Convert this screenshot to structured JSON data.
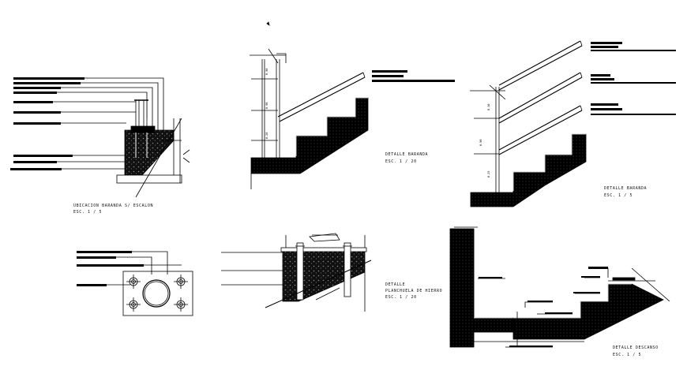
{
  "colors": {
    "ink": "#000000",
    "paper": "#ffffff",
    "hatch": "#222222"
  },
  "details": {
    "ubicacion": {
      "title": "UBICACION BARANDA S/ ESCALON",
      "scale": "ESC.  1 / 5"
    },
    "baranda_1": {
      "title": "DETALLE BARANDA",
      "scale": "ESC.  1 / 20"
    },
    "baranda_2": {
      "title": "DETALLE BARANDA",
      "scale": "ESC.  1 / 5"
    },
    "planchuela": {
      "title_1": "DETALLE",
      "title_2": "PLANCHUELA DE HIERRO",
      "scale": "ESC.  1 / 20"
    },
    "descanso": {
      "title": "DETALLE DESCANSO",
      "scale": "ESC.  1 / 5"
    }
  }
}
